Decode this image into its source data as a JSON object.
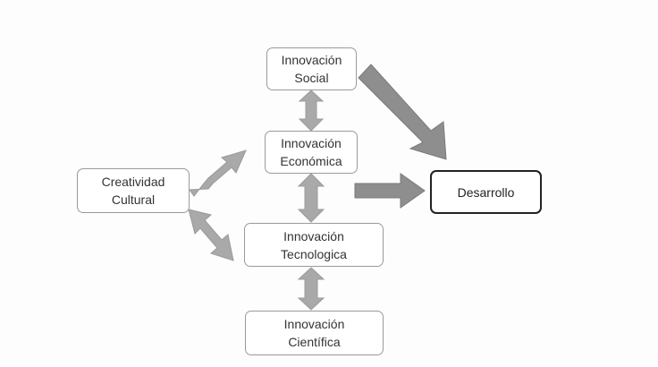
{
  "diagram": {
    "nodes": {
      "innovacion_social": "Innovación\nSocial",
      "innovacion_economica": "Innovación\nEconómica",
      "creatividad_cultural": "Creatividad\nCultural",
      "desarrollo": "Desarrollo",
      "innovacion_tecnologica": "Innovación\nTecnologica",
      "innovacion_cientifica": "Innovación\nCientífica"
    },
    "colors": {
      "arrow_fill": "#a9a9a9",
      "arrow_dark": "#8a8a8a",
      "node_border": "#9a9a9a",
      "emphasis_border": "#222222"
    }
  }
}
